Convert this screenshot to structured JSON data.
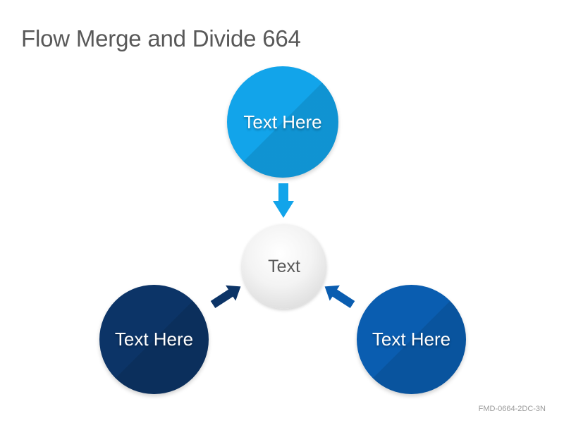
{
  "title": "Flow Merge and Divide 664",
  "footer_code": "FMD-0664-2DC-3N",
  "nodes": {
    "top": {
      "label": "Text Here",
      "color": "#12a4ea"
    },
    "left": {
      "label": "Text Here",
      "color": "#0c3467"
    },
    "right": {
      "label": "Text Here",
      "color": "#0a5db0"
    },
    "center": {
      "label": "Text",
      "color": "#e6e6e6"
    }
  },
  "arrows": {
    "top_color": "#12a4ea",
    "left_color": "#0c3467",
    "right_color": "#0a5db0"
  }
}
